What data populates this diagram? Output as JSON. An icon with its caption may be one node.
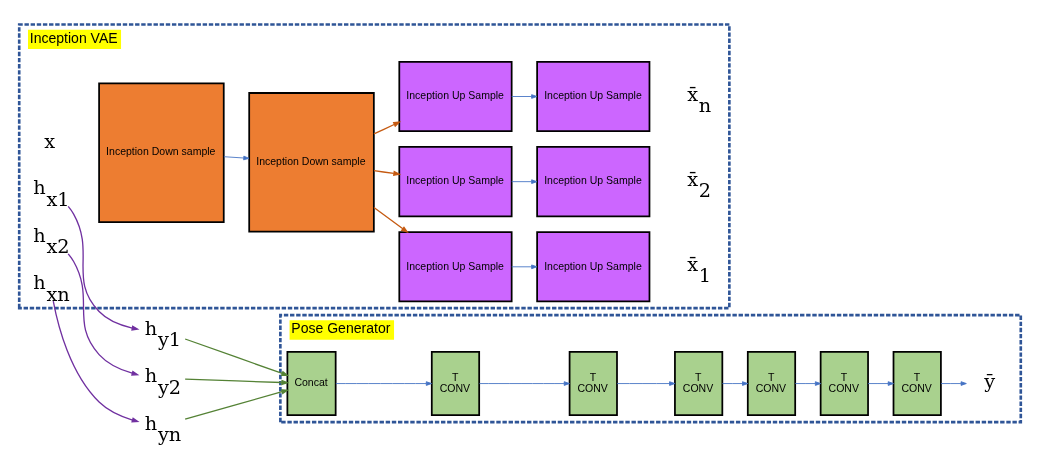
{
  "diagram": {
    "nodes": [
      {
        "text": [
          "Inception VAE"
        ]
      },
      {
        "text": [
          "Inception Down sample"
        ],
        "in": 0,
        "beside": [
          "x"
        ]
      },
      {
        "text": [
          "Inception Down sample"
        ],
        "in": 0
      },
      {
        "text": [
          "h$_{x1}$"
        ],
        "in": 0
      },
      {
        "text": [
          "h$_{x2}$"
        ],
        "in": 0
      },
      {
        "text": [
          "h$_{xn}$"
        ],
        "in": 0
      },
      {
        "text": [
          "Inception Up Sample"
        ],
        "in": 0
      },
      {
        "text": [
          "Inception Up Sample"
        ],
        "in": 0,
        "beside": [
          "x̄$_{1}$"
        ]
      },
      {
        "text": [
          "Inception Up Sample"
        ],
        "in": 0
      },
      {
        "text": [
          "Inception Up Sample"
        ],
        "in": 0,
        "beside": [
          "x̄$_{2}$"
        ]
      },
      {
        "text": [
          "Inception Up Sample"
        ],
        "in": 0
      },
      {
        "text": [
          "Inception Up Sample"
        ],
        "in": 0,
        "beside": [
          "x̄$_{n}$"
        ]
      },
      {
        "text": [
          "h$_{y1}$"
        ]
      },
      {
        "text": [
          "h$_{y2}$"
        ]
      },
      {
        "text": [
          "h$_{yn}$"
        ]
      },
      {
        "text": [
          "Pose Generator"
        ]
      },
      {
        "text": [
          "Concat"
        ],
        "in": 15
      },
      {
        "text": [
          "T",
          "CONV"
        ],
        "in": 15
      },
      {
        "text": [
          "T",
          "CONV"
        ],
        "in": 15
      },
      {
        "text": [
          "T",
          "CONV"
        ],
        "in": 15
      },
      {
        "text": [
          "T",
          "CONV"
        ],
        "in": 15
      },
      {
        "text": [
          "T",
          "CONV"
        ],
        "in": 15
      },
      {
        "text": [
          "T",
          "CONV"
        ],
        "in": 15
      },
      {
        "text": [
          "ȳ"
        ],
        "in": 15
      }
    ],
    "edges": [
      {
        "from": 1,
        "to": 2,
        "arrow": "to"
      },
      {
        "from": 2,
        "to": 6,
        "arrow": "to",
        "color": "#c55a11"
      },
      {
        "from": 2,
        "to": 8,
        "arrow": "to",
        "color": "#c55a11"
      },
      {
        "from": 2,
        "to": 10,
        "arrow": "to",
        "color": "#c55a11"
      },
      {
        "from": 6,
        "to": 7,
        "arrow": "to"
      },
      {
        "from": 8,
        "to": 9,
        "arrow": "to"
      },
      {
        "from": 10,
        "to": 11,
        "arrow": "to"
      },
      {
        "from": 3,
        "to": 12,
        "arrow": "to",
        "color": "#7030a0"
      },
      {
        "from": 4,
        "to": 13,
        "arrow": "to",
        "color": "#7030a0"
      },
      {
        "from": 5,
        "to": 14,
        "arrow": "to",
        "color": "#7030a0"
      },
      {
        "from": 12,
        "to": 16,
        "arrow": "to",
        "color": "#548235"
      },
      {
        "from": 13,
        "to": 16,
        "arrow": "to",
        "color": "#548235"
      },
      {
        "from": 14,
        "to": 16,
        "arrow": "to",
        "color": "#548235"
      },
      {
        "from": 16,
        "to": 17,
        "arrow": "to"
      },
      {
        "from": 17,
        "to": 18,
        "arrow": "to"
      },
      {
        "from": 18,
        "to": 19,
        "arrow": "to"
      },
      {
        "from": 19,
        "to": 20,
        "arrow": "to"
      },
      {
        "from": 20,
        "to": 21,
        "arrow": "to"
      },
      {
        "from": 21,
        "to": 22,
        "arrow": "to"
      },
      {
        "from": 22,
        "to": 23,
        "arrow": "to"
      }
    ]
  }
}
